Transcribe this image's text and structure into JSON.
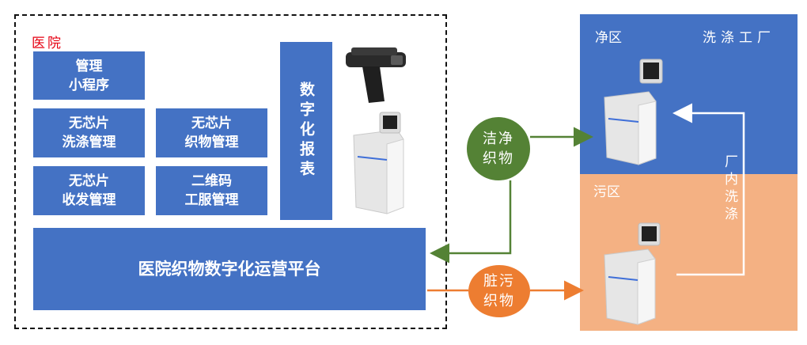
{
  "hospital": {
    "label": "医院",
    "modules": [
      {
        "id": "mini-program",
        "label": "管理\n小程序"
      },
      {
        "id": "washing",
        "label": "无芯片\n洗涤管理"
      },
      {
        "id": "fabric",
        "label": "无芯片\n织物管理"
      },
      {
        "id": "receive-send",
        "label": "无芯片\n收发管理"
      },
      {
        "id": "uniform",
        "label": "二维码\n工服管理"
      }
    ],
    "report": "数字化报表",
    "platform": "医院织物数字化运营平台"
  },
  "factory": {
    "title": "洗涤工厂",
    "clean_zone": "净区",
    "dirty_zone": "污区",
    "internal_wash": "厂内洗涤"
  },
  "flows": {
    "clean": "洁净\n织物",
    "dirty": "脏污\n织物"
  },
  "colors": {
    "module_blue": "#4472c4",
    "clean_green": "#548235",
    "dirty_orange": "#ed7d31",
    "dirty_zone": "#f4b183",
    "hospital_label": "#e60012"
  },
  "icons": [
    "handheld-scanner-icon",
    "kiosk-terminal-icon"
  ]
}
